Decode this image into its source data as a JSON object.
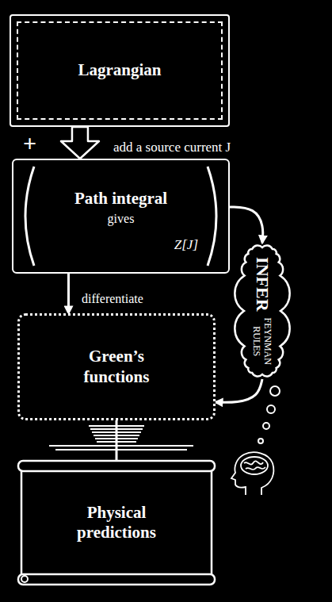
{
  "diagram": {
    "nodes": [
      {
        "text": [
          "Lagrangian"
        ]
      },
      {
        "text": [
          "Path integral",
          "gives",
          "Z[J]"
        ]
      },
      {
        "text": [
          "INFER",
          "FEYNMAN RULES"
        ]
      },
      {
        "text": [
          "Green’s functions"
        ]
      },
      {
        "text": [
          "Physical predictions"
        ]
      }
    ],
    "edges": [
      {
        "from": 0,
        "to": 1,
        "arrow": "to",
        "label": "add a source current J"
      },
      {
        "from": 1,
        "to": 3,
        "arrow": "to",
        "label": "differentiate"
      },
      {
        "from": 1,
        "to": 2,
        "arrow": "to"
      },
      {
        "from": 2,
        "to": 3,
        "arrow": "to"
      },
      {
        "from": 3,
        "to": 4,
        "arrow": "none"
      }
    ],
    "labels": [
      "+"
    ]
  }
}
